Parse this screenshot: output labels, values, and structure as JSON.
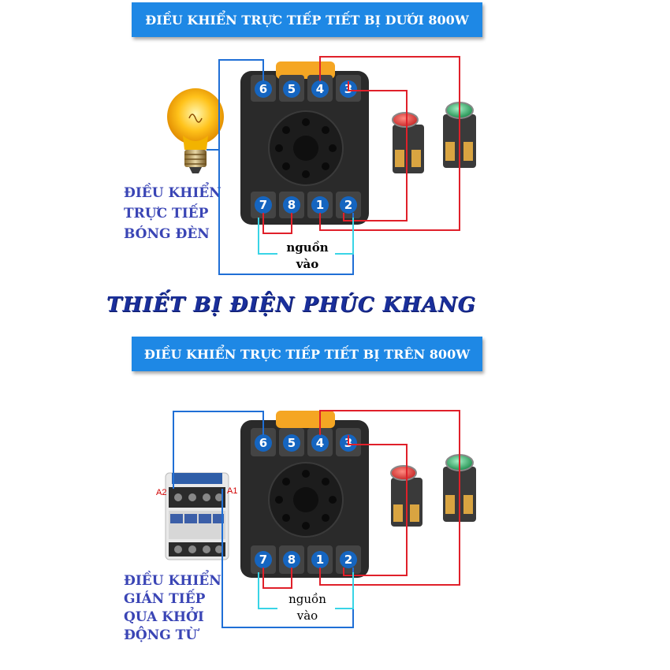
{
  "banners": {
    "top": "ĐIỀU KHIỂN TRỰC TIẾP TIẾT BỊ DƯỚI 800W",
    "bottom": "ĐIỀU KHIỂN TRỰC TIẾP TIẾT BỊ TRÊN 800W"
  },
  "brand": "THIẾT BỊ ĐIỆN PHÚC KHANG",
  "captions": {
    "top": [
      "ĐIỀU KHIỂN",
      "TRỰC TIẾP",
      "BÓNG ĐÈN"
    ],
    "bottom": [
      "ĐIỀU KHIỂN",
      "GIÁN TIẾP",
      "QUA KHỞI",
      "ĐỘNG TỪ"
    ]
  },
  "source_label": {
    "line1": "nguồn",
    "line2": "vào"
  },
  "relay": {
    "top_terminals": [
      "6",
      "5",
      "4",
      "3"
    ],
    "bottom_terminals": [
      "7",
      "8",
      "1",
      "2"
    ]
  },
  "contactor": {
    "coil_left": "A2",
    "coil_right": "A1"
  },
  "colors": {
    "banner": "#1e88e5",
    "caption": "#3a45b5",
    "brand": "#1a2f9b",
    "wire_red": "#e0202a",
    "wire_blue": "#1f6fd6",
    "wire_cyan": "#39d4e6",
    "terminal": "#1565c0",
    "relay_body": "#2a2a2a",
    "relay_cap": "#f5a623",
    "button_red": "#e53935",
    "button_green": "#26a65b"
  },
  "icons": [
    "light-bulb-icon",
    "relay-socket",
    "red-push-button",
    "green-push-button",
    "contactor"
  ]
}
